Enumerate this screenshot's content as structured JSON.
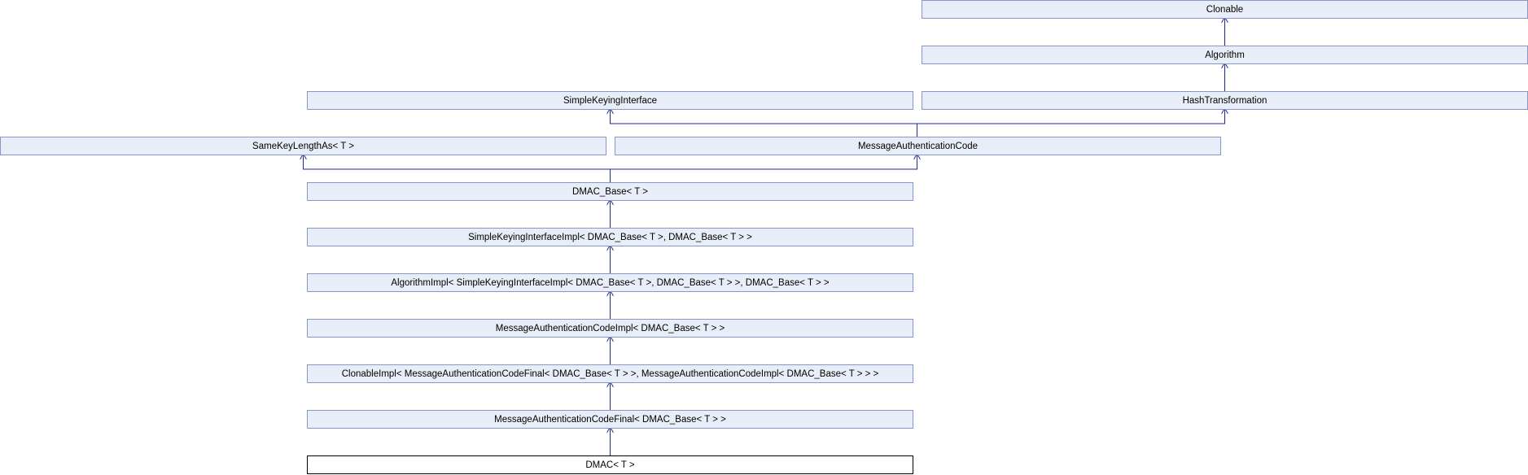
{
  "diagram": {
    "nodes": {
      "clonable": "Clonable",
      "algorithm": "Algorithm",
      "simple_keying_interface": "SimpleKeyingInterface",
      "hash_transformation": "HashTransformation",
      "same_key_length_as": "SameKeyLengthAs< T >",
      "message_authentication_code": "MessageAuthenticationCode",
      "dmac_base": "DMAC_Base< T >",
      "simple_keying_interface_impl": "SimpleKeyingInterfaceImpl< DMAC_Base< T >, DMAC_Base< T > >",
      "algorithm_impl": "AlgorithmImpl< SimpleKeyingInterfaceImpl< DMAC_Base< T >, DMAC_Base< T > >, DMAC_Base< T > >",
      "message_authentication_code_impl": "MessageAuthenticationCodeImpl< DMAC_Base< T > >",
      "clonable_impl": "ClonableImpl< MessageAuthenticationCodeFinal< DMAC_Base< T > >, MessageAuthenticationCodeImpl< DMAC_Base< T > > >",
      "message_authentication_code_final": "MessageAuthenticationCodeFinal< DMAC_Base< T > >",
      "dmac": "DMAC< T >"
    },
    "colors": {
      "node_fill": "#e8edf7",
      "node_border": "#8497c8",
      "edge": "#1f2a8c",
      "current_border": "#000000"
    }
  }
}
